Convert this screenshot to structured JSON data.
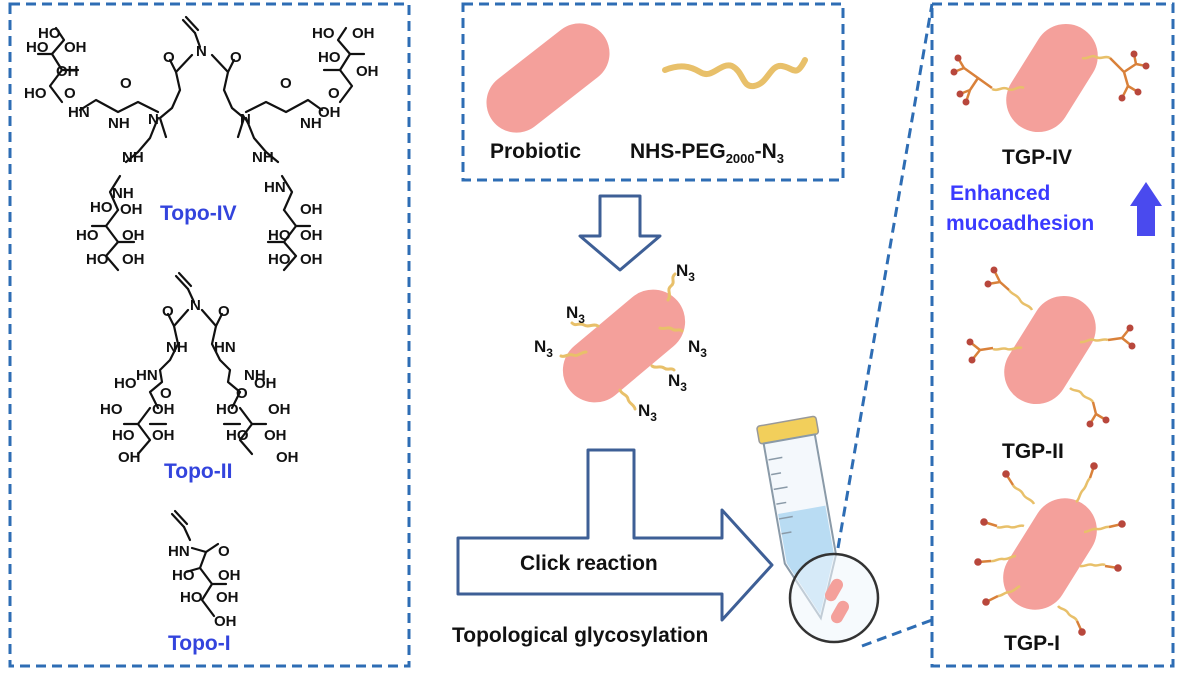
{
  "colors": {
    "panel_border": "#2e6db4",
    "bacterium": "#f4a09b",
    "peg_chain": "#e8c06a",
    "glyco_stem": "#d9813a",
    "glyco_end": "#b8473c",
    "arrow_outline": "#3e5f96",
    "topo_label": "#3344dd",
    "enhanced_text": "#3a3aff",
    "up_arrow": "#4a4aee",
    "tube_cap": "#f2cf5b",
    "tube_liquid": "#b9dcf3"
  },
  "left_panel": {
    "topo4": {
      "label": "Topo-IV",
      "icon": "topo-iv-structure-icon"
    },
    "topo2": {
      "label": "Topo-II",
      "icon": "topo-ii-structure-icon"
    },
    "topo1": {
      "label": "Topo-I",
      "icon": "topo-i-structure-icon"
    },
    "atoms": {
      "ho": "HO",
      "oh": "OH",
      "hn": "HN",
      "nh": "NH",
      "n": "N",
      "o": "O"
    }
  },
  "middle": {
    "probiotic_label": "Probiotic",
    "peg_label": {
      "prefix": "NHS-PEG",
      "sub": "2000",
      "suffix": "-N",
      "sub2": "3"
    },
    "azide": {
      "main": "N",
      "sub": "3"
    },
    "click_label": "Click reaction",
    "topo_glyco_label": "Topological glycosylation"
  },
  "right_panel": {
    "tgp4": "TGP-IV",
    "tgp2": "TGP-II",
    "tgp1": "TGP-I",
    "enhanced_line1": "Enhanced",
    "enhanced_line2": "mucoadhesion"
  }
}
